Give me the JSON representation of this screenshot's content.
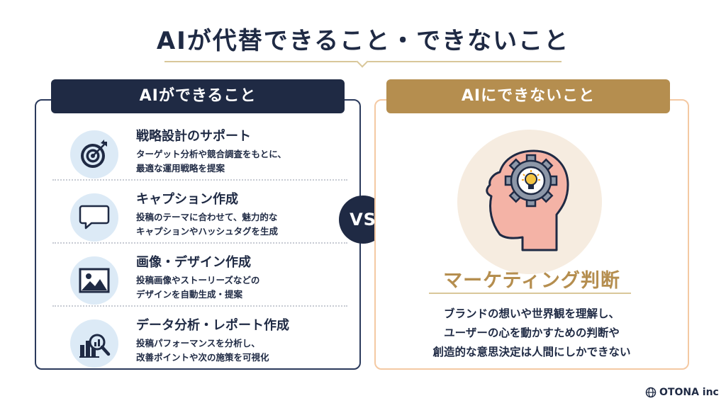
{
  "title": "AIが代替できること・できないこと",
  "left": {
    "header": "AIができること",
    "items": [
      {
        "icon": "target-icon",
        "title": "戦略設計のサポート",
        "desc1": "ターゲット分析や競合調査をもとに、",
        "desc2": "最適な運用戦略を提案"
      },
      {
        "icon": "speech-bubble-icon",
        "title": "キャプション作成",
        "desc1": "投稿のテーマに合わせて、魅力的な",
        "desc2": "キャプションやハッシュタグを生成"
      },
      {
        "icon": "image-icon",
        "title": "画像・デザイン作成",
        "desc1": "投稿画像やストーリーズなどの",
        "desc2": "デザインを自動生成・提案"
      },
      {
        "icon": "chart-magnifier-icon",
        "title": "データ分析・レポート作成",
        "desc1": "投稿パフォーマンスを分析し、",
        "desc2": "改善ポイントや次の施策を可視化"
      }
    ]
  },
  "vs": "VS",
  "right": {
    "header": "AIにできないこと",
    "icon": "head-gear-bulb-icon",
    "title": "マーケティング判断",
    "lines": [
      "ブランドの想いや世界観を理解し、",
      "ユーザーの心を動かすための判断や",
      "創造的な意思決定は人間にしかできない"
    ]
  },
  "logo": {
    "icon": "globe-icon",
    "text": "OTONA inc"
  },
  "colors": {
    "navy": "#1f2a44",
    "gold": "#b58e4f",
    "peach_border": "#f4c9a3",
    "icon_bg": "#dceaf6",
    "head_bg": "#f6ece0"
  }
}
